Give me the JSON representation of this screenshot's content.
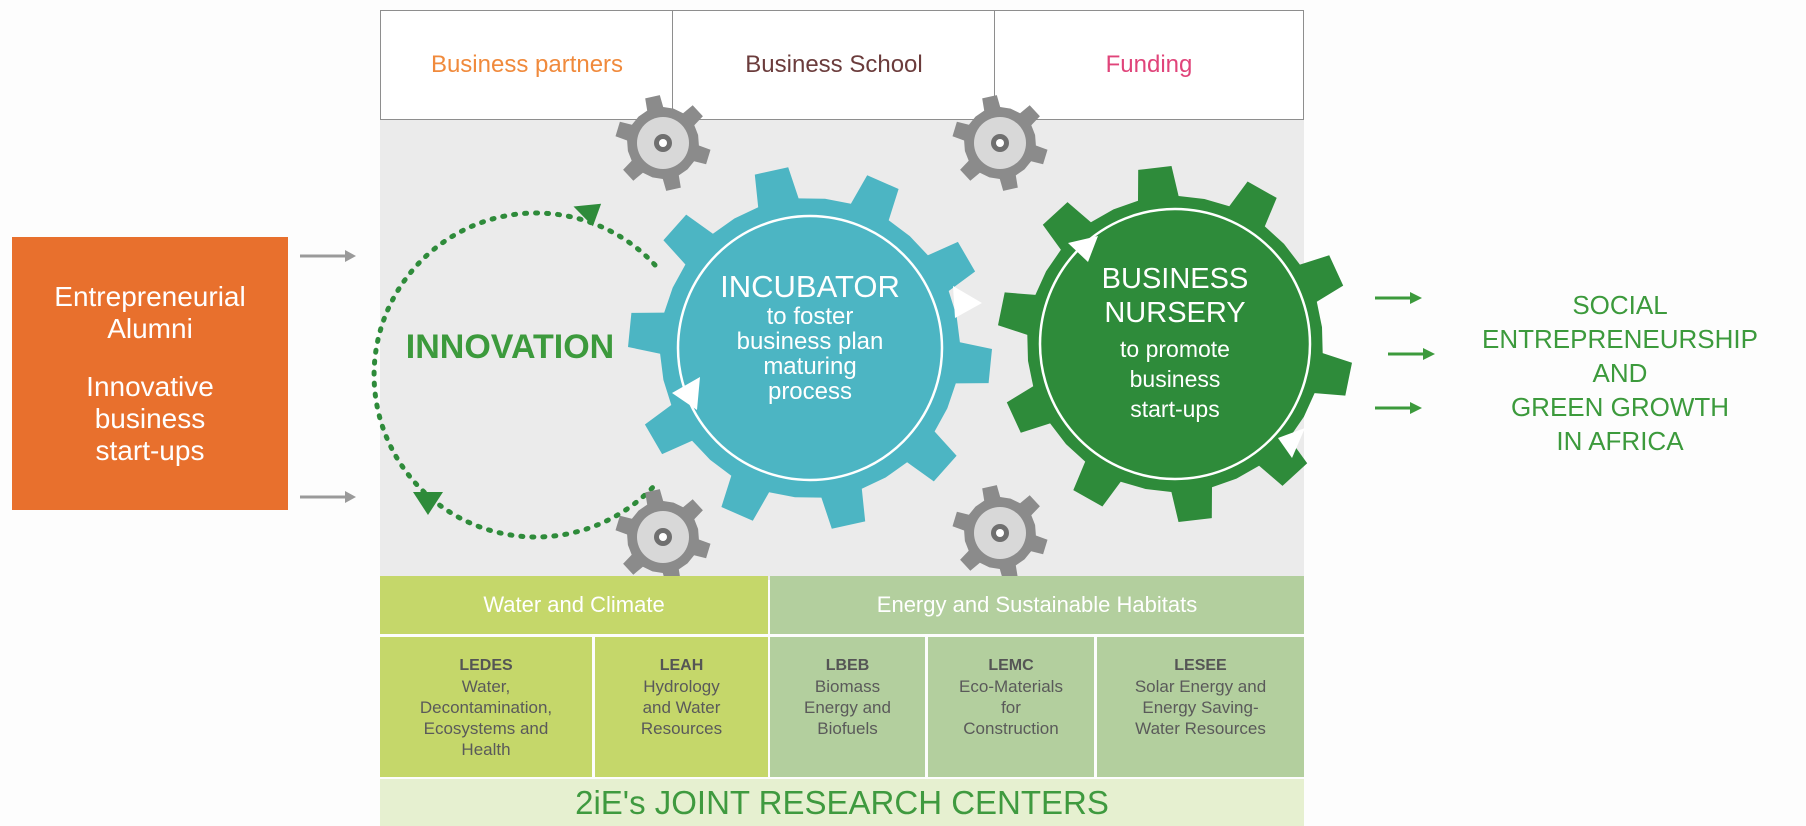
{
  "colors": {
    "orange": "#e8702d",
    "teal": "#4cb5c3",
    "green": "#3c9a3c",
    "darkgreen": "#2e8b3a",
    "lime": "#c5d76a",
    "sage": "#b3cf9e",
    "gray_gear": "#8b8b8b",
    "panel": "#ebebeb"
  },
  "top_boxes": [
    {
      "label": "Business partners",
      "color": "#f08a3c"
    },
    {
      "label": "Business School",
      "color": "#6b3c3c"
    },
    {
      "label": "Funding",
      "color": "#e0447a"
    }
  ],
  "left_box": {
    "line1": "Entrepreneurial",
    "line2": "Alumni",
    "line3": "Innovative",
    "line4": "business",
    "line5": "start-ups"
  },
  "innovation_label": "INNOVATION",
  "incubator": {
    "title": "INCUBATOR",
    "line1": "to foster",
    "line2": "business plan",
    "line3": "maturing",
    "line4": "process"
  },
  "nursery": {
    "title1": "BUSINESS",
    "title2": "NURSERY",
    "line1": "to promote",
    "line2": "business",
    "line3": "start-ups"
  },
  "outcome": {
    "line1": "SOCIAL",
    "line2": "ENTREPRENEURSHIP",
    "line3": "AND",
    "line4": "GREEN GROWTH",
    "line5": "IN AFRICA"
  },
  "sections": {
    "water": "Water and Climate",
    "energy": "Energy and Sustainable Habitats"
  },
  "labs": [
    {
      "code": "LEDES",
      "l1": "Water,",
      "l2": "Decontamination,",
      "l3": "Ecosystems and",
      "l4": "Health"
    },
    {
      "code": "LEAH",
      "l1": "Hydrology",
      "l2": "and Water",
      "l3": "Resources",
      "l4": ""
    },
    {
      "code": "LBEB",
      "l1": "Biomass",
      "l2": "Energy and",
      "l3": "Biofuels",
      "l4": ""
    },
    {
      "code": "LEMC",
      "l1": "Eco-Materials",
      "l2": "for",
      "l3": "Construction",
      "l4": ""
    },
    {
      "code": "LESEE",
      "l1": "Solar Energy and",
      "l2": "Energy Saving-",
      "l3": "Water Resources",
      "l4": ""
    }
  ],
  "footer": "2iE's JOINT RESEARCH CENTERS"
}
